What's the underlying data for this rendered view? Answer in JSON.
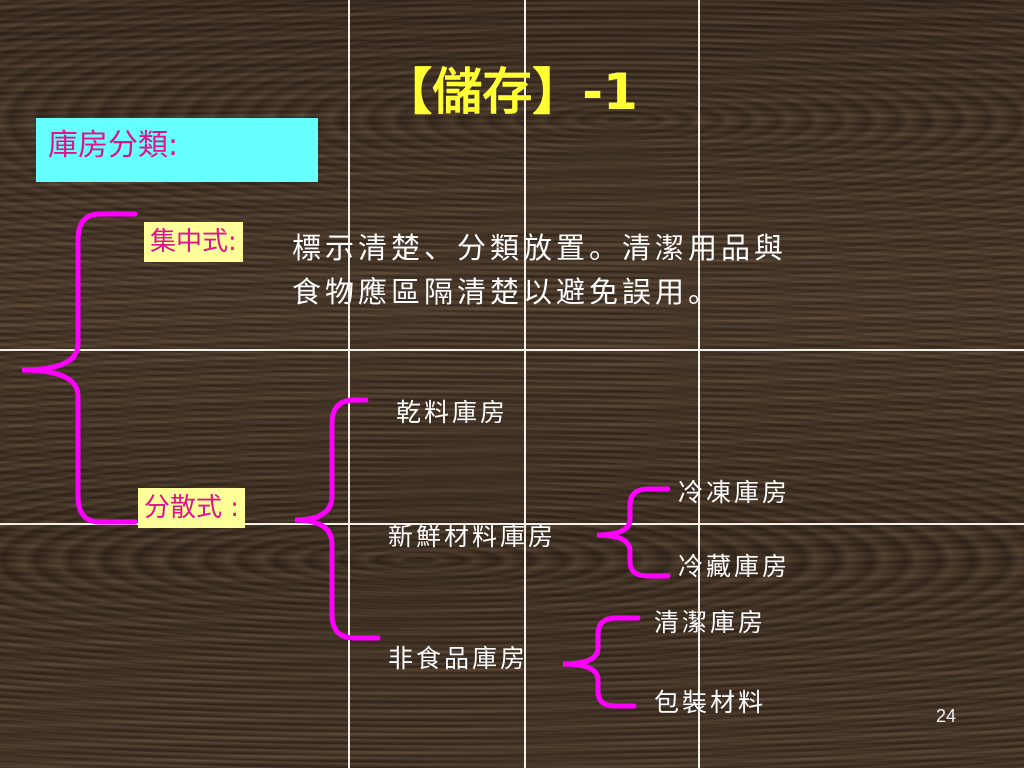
{
  "slide": {
    "title": "【儲存】-1",
    "category_label": "庫房分類:",
    "centralized": {
      "label": "集中式:",
      "description_line1": "標示清楚、分類放置。清潔用品與",
      "description_line2": "食物應區隔清楚以避免誤用。"
    },
    "distributed": {
      "label": "分散式 :",
      "items": {
        "dry": "乾料庫房",
        "fresh": "新鮮材料庫房",
        "nonfood": "非食品庫房"
      },
      "fresh_children": [
        "冷凍庫房",
        "冷藏庫房"
      ],
      "nonfood_children": [
        "清潔庫房",
        "包裝材料"
      ]
    },
    "page_number": "24"
  },
  "colors": {
    "title": "#ffff33",
    "category_box": "#66ffff",
    "tag_box": "#ffff99",
    "accent_magenta": "#e0128e",
    "brace": "#ff00ff",
    "text": "#ffffff"
  }
}
